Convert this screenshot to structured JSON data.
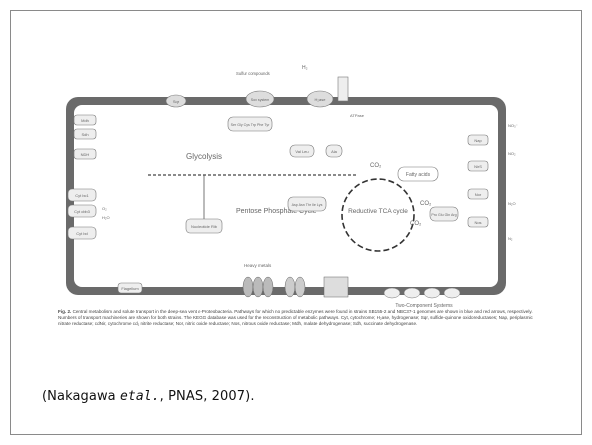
{
  "figure": {
    "labels": {
      "glycolysis": "Glycolysis",
      "pentose": "Pentose Phosphate Cycle",
      "tca": "Reductive TCA cycle",
      "fatty_acids": "Fatty acids",
      "nucleotide": "Nucleotide Rib",
      "heavy_metals": "Heavy metals",
      "two_component": "Two-Component Systems",
      "flagellum": "Flagellum",
      "atpase": "ATPase",
      "co2_a": "CO₂",
      "co2_b": "CO₂",
      "co2_c": "CO₂",
      "h2": "H₂",
      "h2ase": "H₂ase",
      "sqr": "Sqr",
      "sox": "Sox system",
      "sulfur": "Sulfur compounds",
      "nap": "Nap",
      "nirs": "NirS",
      "nor": "Nor",
      "nos": "Nos",
      "no3": "NO₃⁻",
      "no2": "NO₂",
      "n2o": "N₂O",
      "n2": "N₂",
      "cyt_bc1": "Cyt bc1",
      "cyt_cbb3": "Cyt cbb3",
      "cyt_bd": "Cyt bd",
      "mdh": "Mdh",
      "sdh": "Sdh",
      "ndh": "NDH",
      "val_leu": "Val Leu",
      "ala": "Ala",
      "asp": "Asp Asn Thr Ile Lys",
      "ser": "Ser Gly Cys Trp Phe Tyr",
      "pro_glu": "Pro Glu Gln Arg",
      "o2": "O₂",
      "h2o": "H₂O"
    }
  },
  "caption": {
    "label": "Fig. 2.",
    "text": "Central metabolism and solute transport in the deep-sea vent ε-Proteobacteria. Pathways for which no predictable enzymes were found in strains SB155-2 and NBC37-1 genomes are shown in blue and red arrows, respectively. Numbers of transport machineries are shown for both strains. The KEGG database was used for the reconstruction of metabolic pathways. Cyt, cytochrome; H₂ase, hydrogenase; Sqr, sulfide-quinone oxidoreductases; Nap, periplasmic nitrate reductase; cdNir, cytochrome cd₁ nitrite reductase; Nor, nitric oxide reductase; Nos, nitrous oxide reductase; Mdh, malate dehydrogenase; Sdh, succinate dehydrogenase."
  },
  "citation": {
    "open": "(Nakagawa ",
    "etal": "etal.",
    "close": ", PNAS, 2007)."
  }
}
